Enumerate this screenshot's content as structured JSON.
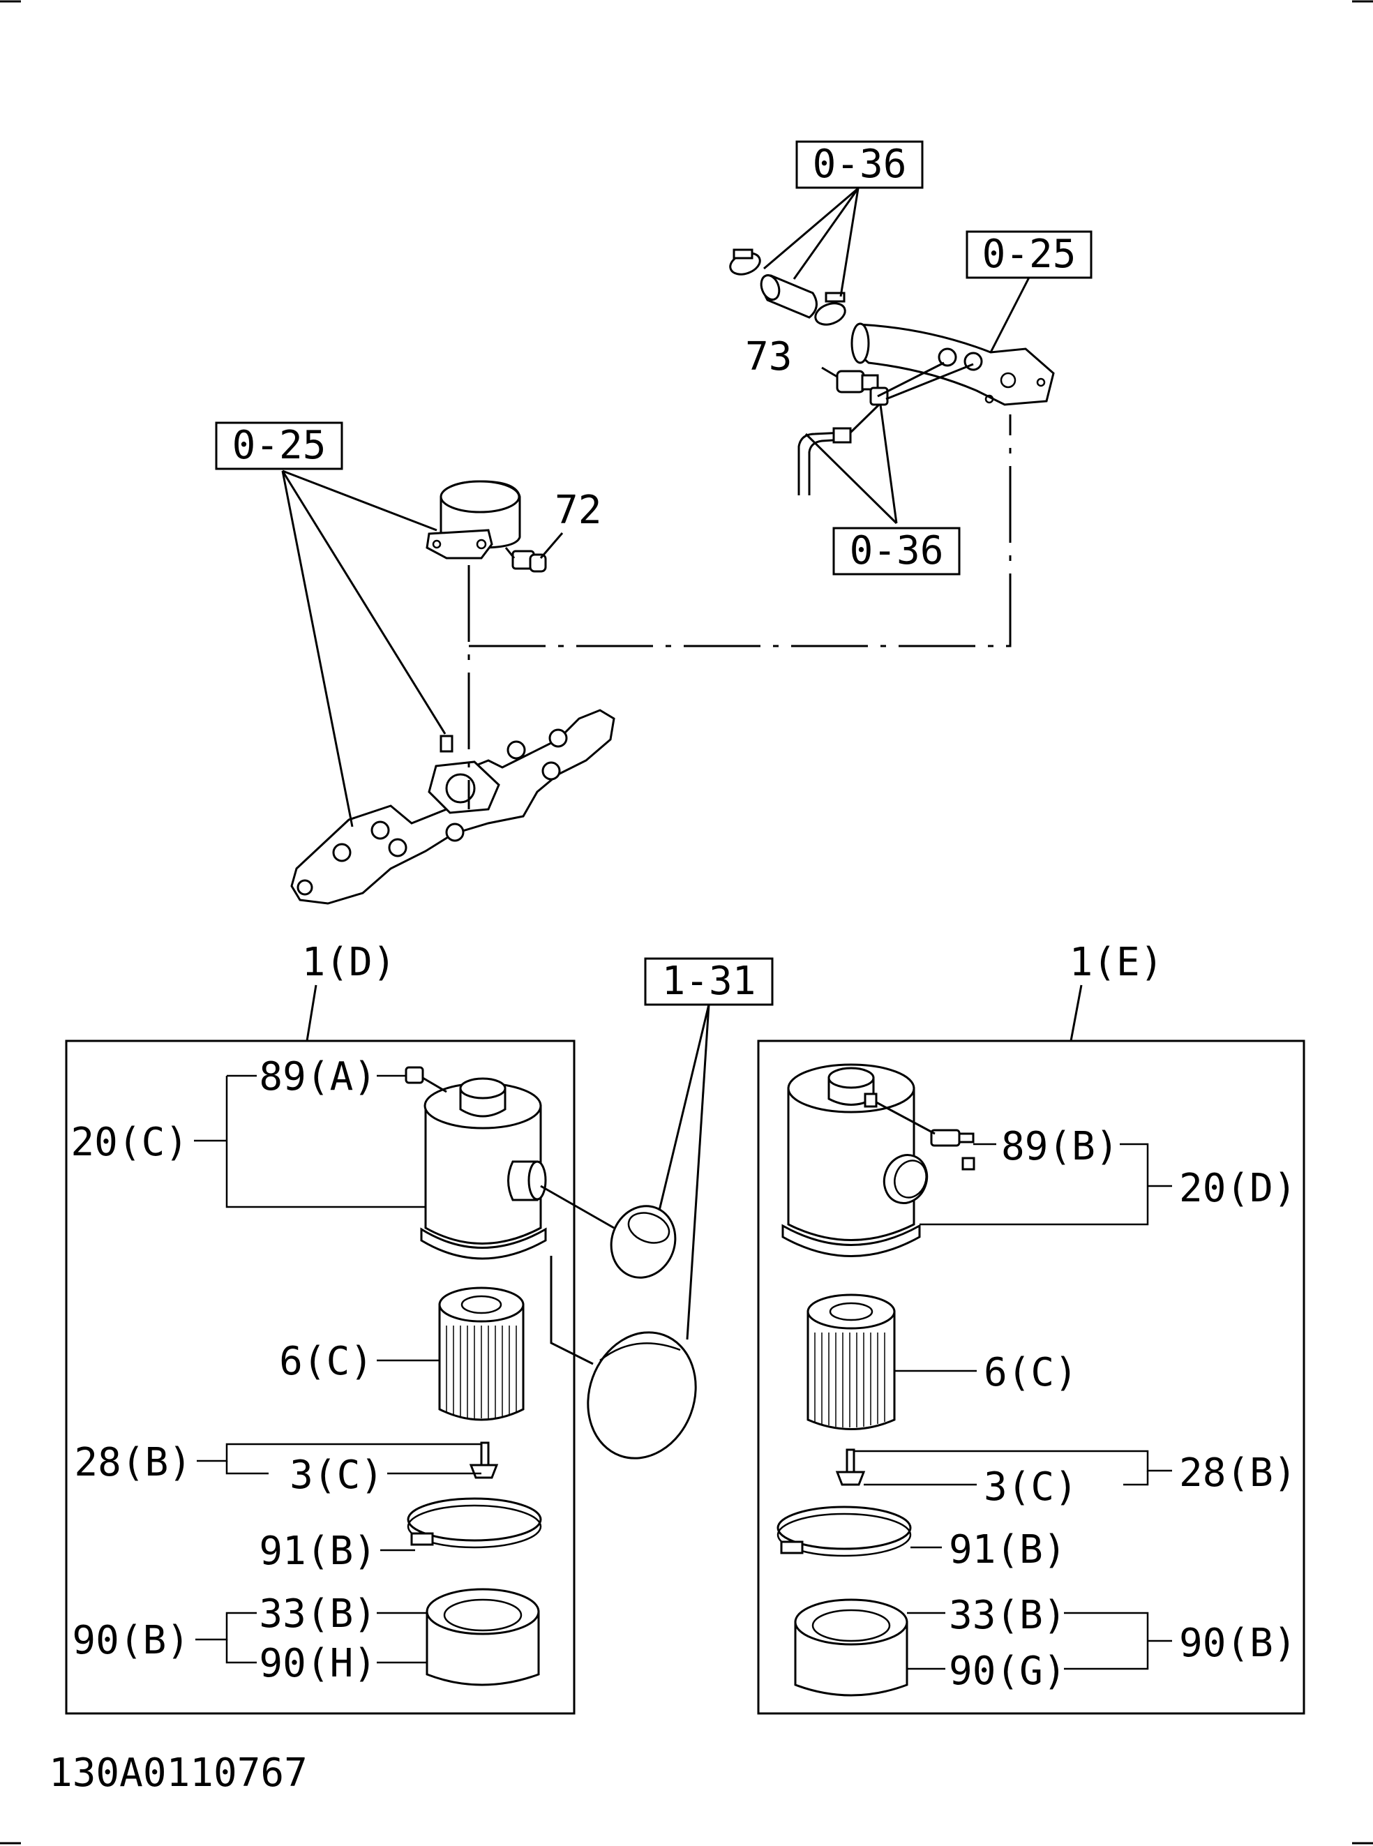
{
  "refs": {
    "top_0_36": "0-36",
    "upper_0_25": "0-25",
    "left_0_25": "0-25",
    "lower_0_36": "0-36",
    "ref_1_31": "1-31"
  },
  "parts": {
    "p73": "73",
    "p72": "72"
  },
  "left_assembly": {
    "title": "1(D)",
    "labels": {
      "l89A": "89(A)",
      "l20C": "20(C)",
      "l6C": "6(C)",
      "l28B": "28(B)",
      "l3C": "3(C)",
      "l91B": "91(B)",
      "l90B": "90(B)",
      "l33B": "33(B)",
      "l90H": "90(H)"
    }
  },
  "right_assembly": {
    "title": "1(E)",
    "labels": {
      "l89B": "89(B)",
      "l20D": "20(D)",
      "l6C": "6(C)",
      "l28B": "28(B)",
      "l3C": "3(C)",
      "l91B": "91(B)",
      "l33B": "33(B)",
      "l90B": "90(B)",
      "l90G": "90(G)"
    }
  },
  "drawing_number": "130A0110767"
}
